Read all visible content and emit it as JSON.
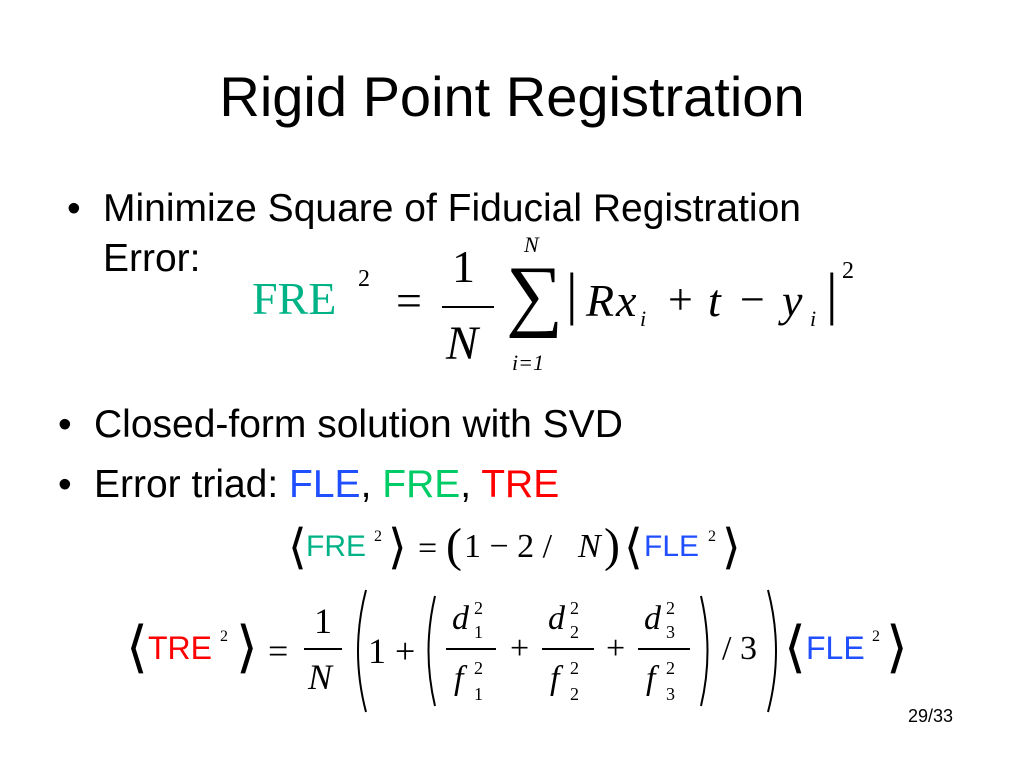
{
  "title": "Rigid Point Registration",
  "bullets": {
    "b1_line1": "Minimize Square of Fiducial Registration",
    "b1_line2": "Error:",
    "b2": "Closed-form solution with SVD",
    "b3_prefix": "Error triad: ",
    "b3_fle": "FLE",
    "b3_sep1": ", ",
    "b3_fre": "FRE",
    "b3_sep2": ", ",
    "b3_tre": "TRE"
  },
  "bullet_symbol": "•",
  "eq1": {
    "lhs": "FRE",
    "lhs_sup": "2",
    "equals": "=",
    "frac_num": "1",
    "frac_den": "N",
    "sum_upper": "N",
    "sum_symbol": "∑",
    "sum_lower": "i=1",
    "bar": "|",
    "R": "R",
    "x": "x",
    "sub_i": "i",
    "plus": "+",
    "t": "t",
    "minus": "−",
    "y": "y",
    "outer_sup": "2"
  },
  "eq2": {
    "langle": "⟨",
    "rangle": "⟩",
    "fre": "FRE",
    "sup2": "2",
    "equals": "=",
    "paren_expr_open": "(",
    "paren_expr": "1 − 2 / ",
    "N": "N",
    "paren_expr_close": ")",
    "fle": "FLE"
  },
  "eq3": {
    "tre": "TRE",
    "sup2": "2",
    "equals": "=",
    "frac_num": "1",
    "frac_den": "N",
    "one_plus": "1 +",
    "d": "d",
    "f": "f",
    "idx1": "1",
    "idx2": "2",
    "idx3": "3",
    "plus": "+",
    "div3": "/ 3",
    "fle": "FLE"
  },
  "page": "29/33",
  "colors": {
    "fre": "#00b386",
    "fle": "#1f4fff",
    "tre": "#ff0000",
    "fre_eq1": "#00b386"
  }
}
